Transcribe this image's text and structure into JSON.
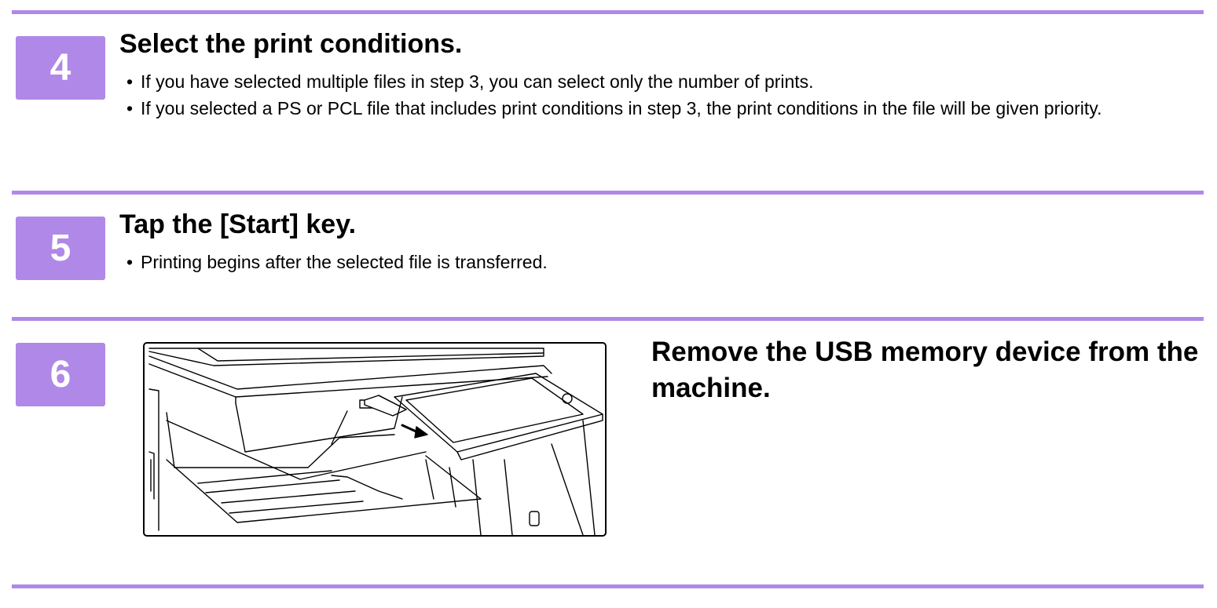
{
  "steps": [
    {
      "number": "4",
      "title": "Select the print conditions.",
      "bullets": [
        "If you have selected multiple files in step 3, you can select only the number of prints.",
        "If you selected a PS or PCL file that includes print conditions in step 3, the print conditions in the file will be given priority."
      ]
    },
    {
      "number": "5",
      "title": "Tap the [Start] key.",
      "bullets": [
        "Printing begins after the selected file is transferred."
      ]
    },
    {
      "number": "6",
      "title": "Remove the USB memory device from the machine.",
      "illustration": "usb-removal-illustration"
    }
  ],
  "colors": {
    "accent": "#b088e8",
    "badge_text": "#ffffff",
    "text": "#000000"
  }
}
